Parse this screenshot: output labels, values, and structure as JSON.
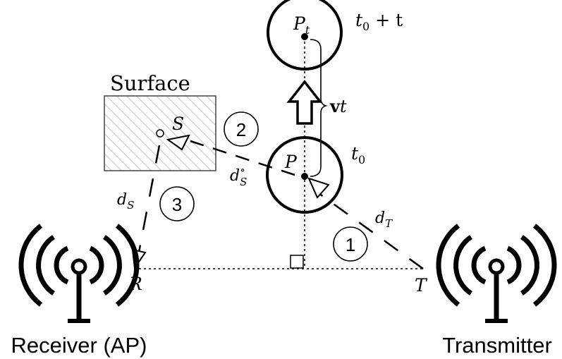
{
  "labels": {
    "surface": "Surface",
    "receiver": "Receiver (AP)",
    "transmitter": "Transmitter",
    "point_s": "S",
    "point_p": "P",
    "point_pt": "P",
    "point_pt_sub": "t",
    "point_r": "R",
    "point_t": "T",
    "time_t0_main": "t",
    "time_t0_sub": "0",
    "time_t0t_main": "t",
    "time_t0t_sub": "0",
    "time_t0t_rest": " + t",
    "velocity_v": "v",
    "velocity_t": "t",
    "dist_dt_main": "d",
    "dist_dt_sub": "T",
    "dist_ds_main": "d",
    "dist_ds_sub": "S",
    "dist_dso_main": "d",
    "dist_dso_sub": "S",
    "dist_dso_sup": "∘",
    "path_1": "1",
    "path_2": "2",
    "path_3": "3"
  },
  "icons": {
    "receiver": "antenna-icon",
    "transmitter": "antenna-icon"
  },
  "colors": {
    "ink": "#000000",
    "hatch": "#bbbbbb",
    "surface_border": "#444444"
  }
}
